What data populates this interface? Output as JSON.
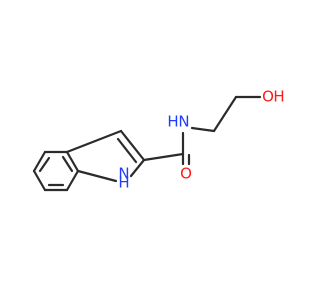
{
  "diagram": {
    "type": "structural-formula",
    "atoms": {
      "nitrogen_amide": {
        "label": "N",
        "hydrogen": "H",
        "color": "#1f3cff"
      },
      "oxygen_hydroxyl": {
        "label": "O",
        "hydrogen": "H",
        "color": "#ff1a1a"
      },
      "oxygen_carbonyl": {
        "label": "O",
        "color": "#ff1a1a"
      },
      "nitrogen_ring": {
        "label": "N",
        "hydrogen": "H",
        "color": "#1f3cff"
      }
    },
    "bond_color": "#2b2b2b"
  }
}
